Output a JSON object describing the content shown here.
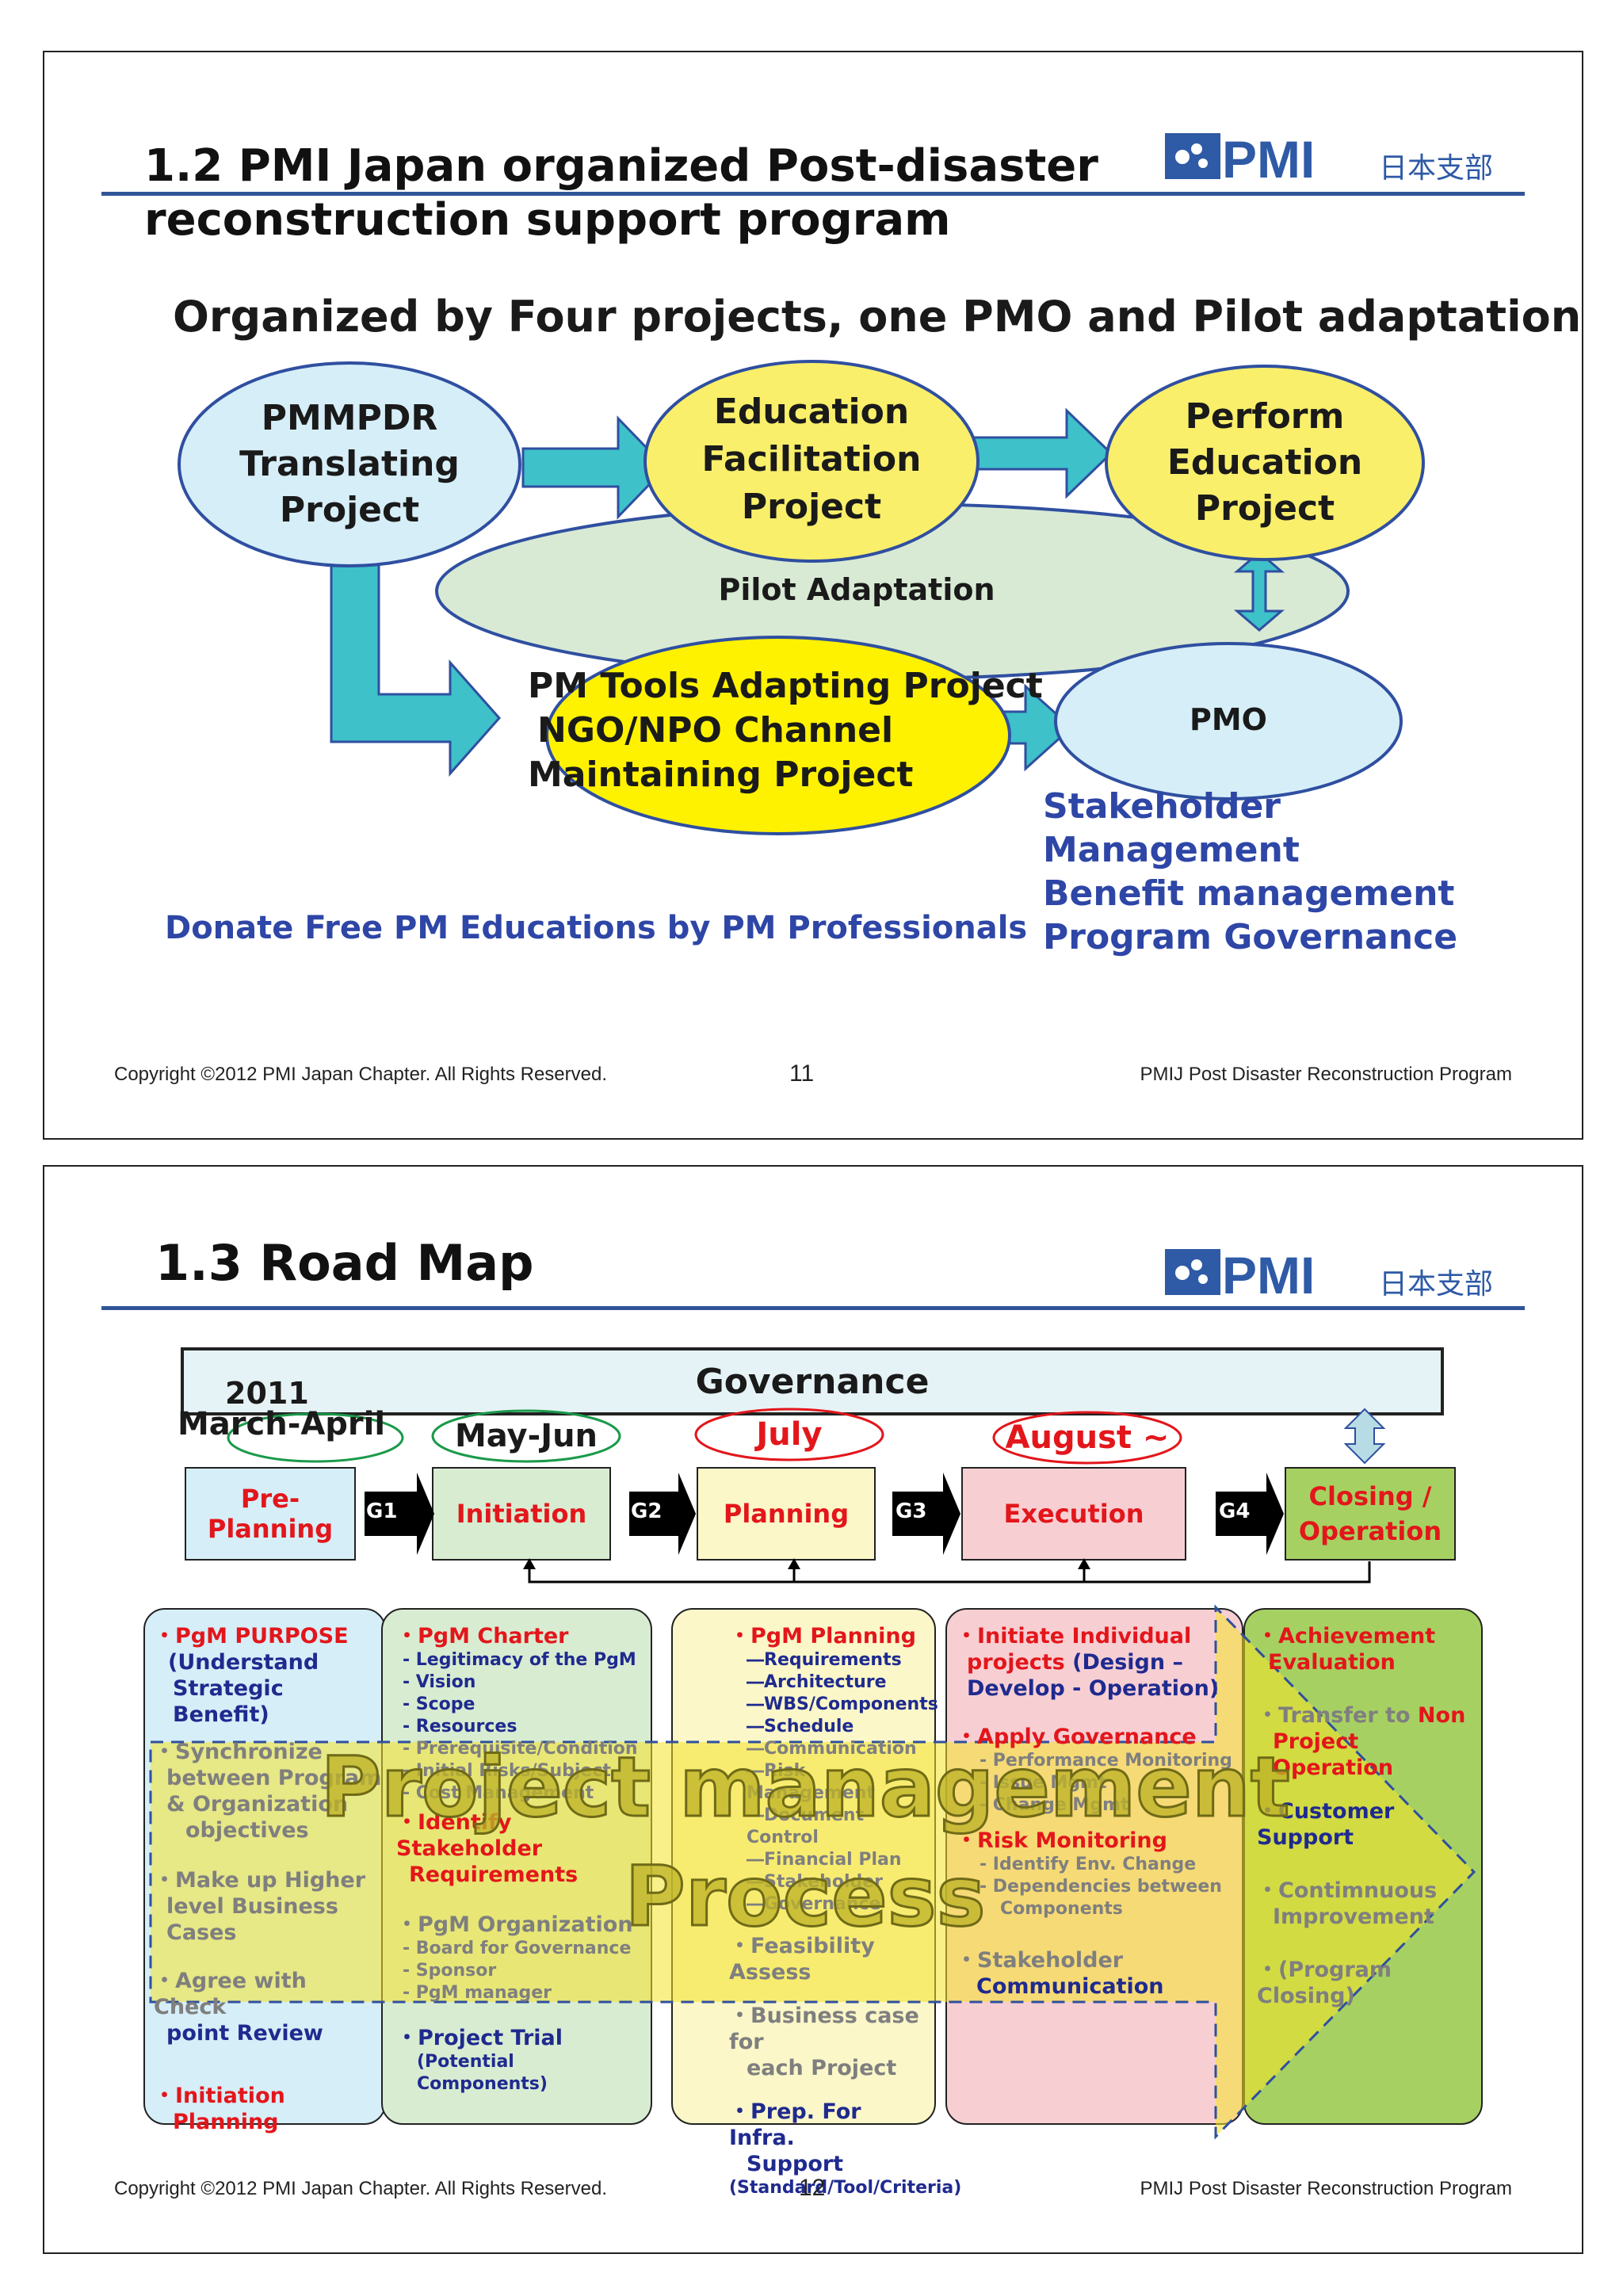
{
  "logo": {
    "text": "日本支部",
    "brand": "PMI"
  },
  "slide1": {
    "title_line1": "1.2 PMI Japan organized Post-disaster",
    "title_line2": "reconstruction support program",
    "subtitle": "Organized by Four projects, one PMO and Pilot adaptation",
    "nodes": {
      "pmmpdr": [
        "PMMPDR",
        "Translating",
        "Project"
      ],
      "education_facilitation": [
        "Education",
        "Facilitation",
        "Project"
      ],
      "perform_education": [
        "Perform",
        "Education",
        "Project"
      ],
      "pilot": "Pilot Adaptation",
      "pm_tools": [
        "PM Tools Adapting  Project",
        "NGO/NPO Channel",
        "Maintaining Project"
      ],
      "pmo": "PMO"
    },
    "pmo_roles": [
      "Stakeholder",
      "Management",
      "Benefit management",
      "Program Governance"
    ],
    "donate": "Donate Free PM Educations by PM Professionals",
    "footer_left": "Copyright ©2012 PMI Japan Chapter. All Rights Reserved.",
    "page_number": "11",
    "footer_right": "PMIJ Post Disaster Reconstruction Program"
  },
  "slide2": {
    "title": "1.3 Road Map",
    "governance": "Governance",
    "year": "2011",
    "periods": [
      "March-April",
      "May-Jun",
      "July",
      "August  ~"
    ],
    "phases": [
      "Pre-Planning",
      "Initiation",
      "Planning",
      "Execution",
      "Closing / Operation"
    ],
    "gates": [
      "G1",
      "G2",
      "G3",
      "G4"
    ],
    "columns": [
      {
        "items": [
          "・PgM PURPOSE",
          "(Understand",
          "Strategic Benefit)",
          "・Synchronize",
          "between Program",
          "& Organization",
          "objectives",
          "・Make up Higher",
          "level Business",
          "Cases",
          "・Agree with Check",
          "point Review",
          "・Initiation",
          "Planning"
        ]
      },
      {
        "items": [
          "・PgM Charter",
          "- Legitimacy of the PgM",
          "- Vision",
          "- Scope",
          "- Resources",
          "- Prerequisite/Condition",
          "- Initial Risks/Subject",
          "- Cost Management",
          "・Identify Stakeholder",
          "Requirements",
          "・PgM Organization",
          "- Board for Governance",
          "- Sponsor",
          "- PgM manager",
          "・Project Trial",
          "(Potential Components)"
        ]
      },
      {
        "items": [
          "・PgM  Planning",
          "―Requirements",
          "―Architecture",
          "―WBS/Components",
          "―Schedule",
          "―Communication",
          "―Risk Management",
          "―Document Control",
          "―Financial Plan",
          "―Stakeholder",
          "―Governance",
          "・Feasibility Assess",
          "・Business case for",
          "each Project",
          "・Prep. For Infra.",
          "Support",
          "(Standard/Tool/Criteria)"
        ]
      },
      {
        "items": [
          "・Initiate Individual",
          "projects",
          "(Design –",
          "Develop - Operation)",
          "・Apply Governance",
          "- Performance Monitoring",
          "- Issue Mgmt",
          "- Change Mgmt",
          "・Risk Monitoring",
          "- Identify Env. Change",
          "- Dependencies between",
          "Components",
          "・Stakeholder",
          "Communication"
        ]
      },
      {
        "items": [
          "・Achievement",
          "Evaluation",
          "・Transfer to",
          "Non",
          "Project",
          "Operation",
          "・Customer Support",
          "・Contimnuous",
          "Improvement",
          "・(Program Closing)"
        ]
      }
    ],
    "overlay_line1": "Project management",
    "overlay_line2": "Process",
    "footer_left": "Copyright ©2012 PMI Japan Chapter. All Rights Reserved.",
    "page_number": "12",
    "footer_right": "PMIJ Post Disaster Reconstruction Program"
  }
}
